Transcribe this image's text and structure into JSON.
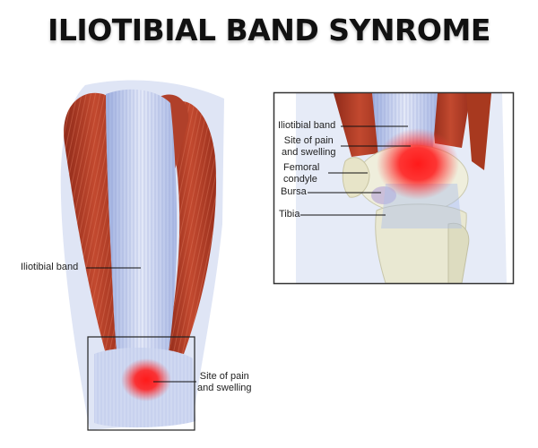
{
  "title": "ILIOTIBIAL BAND SYNROME",
  "main_labels": {
    "itband": "Iliotibial band",
    "pain_line1": "Site of pain",
    "pain_line2": "and swelling"
  },
  "inset_labels": {
    "itband": "Iliotibial band",
    "pain_line1": "Site of pain",
    "pain_line2": "and swelling",
    "femoral_line1": "Femoral",
    "femoral_line2": "condyle",
    "bursa": "Bursa",
    "tibia": "Tibia"
  },
  "colors": {
    "muscle": "#b8402a",
    "tendon": "#b9c7ea",
    "pain": "#ff1a1a",
    "bone": "#ecebd6"
  }
}
